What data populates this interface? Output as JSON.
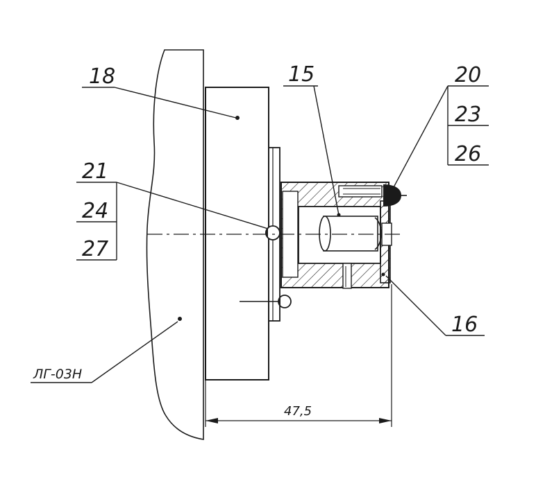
{
  "callouts": {
    "p18": "18",
    "p15": "15",
    "p20": "20",
    "p23": "23",
    "p26": "26",
    "p21": "21",
    "p24": "24",
    "p27": "27",
    "p16": "16",
    "base": "ЛГ-03Н"
  },
  "dimension": {
    "width_value": "47,5"
  },
  "colors": {
    "ink": "#1a1a1a",
    "paper": "#ffffff"
  }
}
